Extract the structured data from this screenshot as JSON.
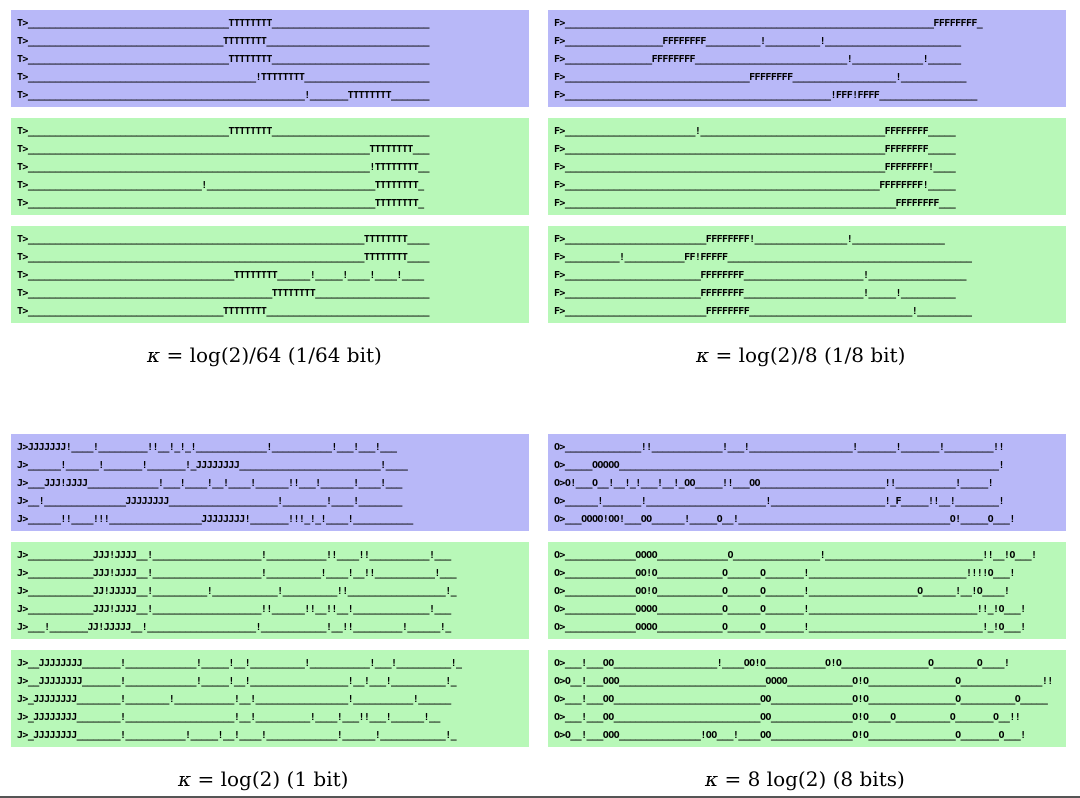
{
  "quadrants": [
    {
      "id": "tl",
      "caption": {
        "prefix": "κ",
        "formula": " = log(2)/64 (1/64 bit)"
      },
      "panels": [
        {
          "color": "blue",
          "rows": [
            "T>_____________________________________TTTTTTTT_____________________________",
            "T>____________________________________TTTTTTTT______________________________",
            "T>_____________________________________TTTTTTTT_____________________________",
            "T>__________________________________________!TTTTTTTT_______________________",
            "T>___________________________________________________!_______TTTTTTTT_______"
          ]
        },
        {
          "color": "green",
          "rows": [
            "T>_____________________________________TTTTTTTT_____________________________",
            "T>_______________________________________________________________TTTTTTTT___",
            "T>_______________________________________________________________!TTTTTTTT__",
            "T>________________________________!_______________________________TTTTTTTT_",
            "T>________________________________________________________________TTTTTTTT_"
          ]
        },
        {
          "color": "green",
          "rows": [
            "T>______________________________________________________________TTTTTTTT____",
            "T>______________________________________________________________TTTTTTTT____",
            "T>______________________________________TTTTTTTT______!_____!____!____!____",
            "T>_____________________________________________TTTTTTTT_____________________",
            "T>____________________________________TTTTTTTT______________________________"
          ]
        }
      ]
    },
    {
      "id": "tr",
      "caption": {
        "prefix": "κ",
        "formula": " = log(2)/8 (1/8 bit)"
      },
      "panels": [
        {
          "color": "blue",
          "rows": [
            "F>____________________________________________________________________FFFFFFFF_",
            "F>__________________FFFFFFFF__________!__________!_________________________",
            "F>________________FFFFFFFF____________________________!_____________!______",
            "F>__________________________________FFFFFFFF___________________!____________",
            "F>_________________________________________________!FFF!FFFF__________________"
          ]
        },
        {
          "color": "green",
          "rows": [
            "F>________________________!__________________________________FFFFFFFF_____",
            "F>___________________________________________________________FFFFFFFF_____",
            "F>___________________________________________________________FFFFFFFF!____",
            "F>__________________________________________________________FFFFFFFF!_____",
            "F>_____________________________________________________________FFFFFFFF___"
          ]
        },
        {
          "color": "green",
          "rows": [
            "F>__________________________FFFFFFFF!_________________!_________________",
            "F>__________!___________FF!FFFFF_____________________________________________",
            "F>_________________________FFFFFFFF______________________!__________________",
            "F>_________________________FFFFFFFF______________________!_____!__________",
            "F>__________________________FFFFFFFF______________________________!__________"
          ]
        }
      ]
    },
    {
      "id": "bl",
      "caption": {
        "prefix": "κ",
        "formula": " = log(2) (1 bit)"
      },
      "panels": [
        {
          "color": "blue",
          "rows": [
            "J>JJJJJJJ!____!_________!!__!_!_!_____________!___________!___!___!___",
            "J>______!______!_______!_______!_JJJJJJJJ__________________________!____",
            "J>___JJJ!JJJJ_____________!___!____!__!____!______!!___!______!____!___",
            "J>__!_______________JJJJJJJJ____________________!________!____!________",
            "J>______!!____!!!_________________JJJJJJJJ!_______!!!_!_!____!___________"
          ]
        },
        {
          "color": "green",
          "rows": [
            "J>____________JJJ!JJJJ__!____________________!___________!!____!!___________!___",
            "J>____________JJJ!JJJJ__!____________________!__________!____!__!!___________!___",
            "J>____________JJ!JJJJJ__!__________!____________!__________!!__________________!_",
            "J>____________JJJ!JJJJ__!____________________!!______!!__!!__!______________!___",
            "J>___!_______JJ!JJJJJ__!____________________!____________!__!!_________!______!_"
          ]
        },
        {
          "color": "green",
          "rows": [
            "J>__JJJJJJJJ_______!_____________!_____!__!__________!___________!___!__________!_",
            "J>__JJJJJJJJ_______!_____________!_____!__!__________________!__!___!__________!_",
            "J>_JJJJJJJJ________!________!___________!__!_________________!___________!______",
            "J>_JJJJJJJJ________!____________________!__!__________!____!___!!___!______!__",
            "J>_JJJJJJJJ________!___________!_____!__!____!_____________!______!____________!_"
          ]
        }
      ]
    },
    {
      "id": "br",
      "caption": {
        "prefix": "κ",
        "formula": " = 8 log(2) (8 bits)"
      },
      "panels": [
        {
          "color": "blue",
          "rows": [
            "O>______________!!_____________!___!___________________!_______!_______!_________!!",
            "O>_____OOOOO______________________________________________________________________!",
            "O>O!___O__!__!_!___!__!_OO_____!!___OO_______________________!!___________!_____!",
            "O>______!_______!______________________!_____________________!_F_____!!__!________!",
            "O>___OOOO!OO!___OO______!_____O__!_______________________________________O!_____O___!"
          ]
        },
        {
          "color": "green",
          "rows": [
            "O>_____________OOOO_____________O________________!_____________________________!!__!O___!",
            "O>_____________OO!O____________O______O_______!_____________________________!!!!O___!",
            "O>_____________OO!O____________O______O_______!____________________O______!__!O____!",
            "O>_____________OOOO____________O______O_______!_______________________________!!_!O___!",
            "O>_____________OOOO____________O______O_______!________________________________!_!O___!"
          ]
        },
        {
          "color": "green",
          "rows": [
            "O>___!___OO___________________!____OO!O___________O!O________________O________O____!",
            "O>O__!___OOO___________________________OOOO____________O!O________________O_______________!!",
            "O>___!___OO___________________________OO_______________O!O________________O__________O_____",
            "O>___!___OO___________________________OO_______________O!O____O__________O_______O__!!",
            "O>O__!___OOO_______________!OO___!____OO_______________O!O________________O_______O___!"
          ]
        }
      ]
    }
  ]
}
